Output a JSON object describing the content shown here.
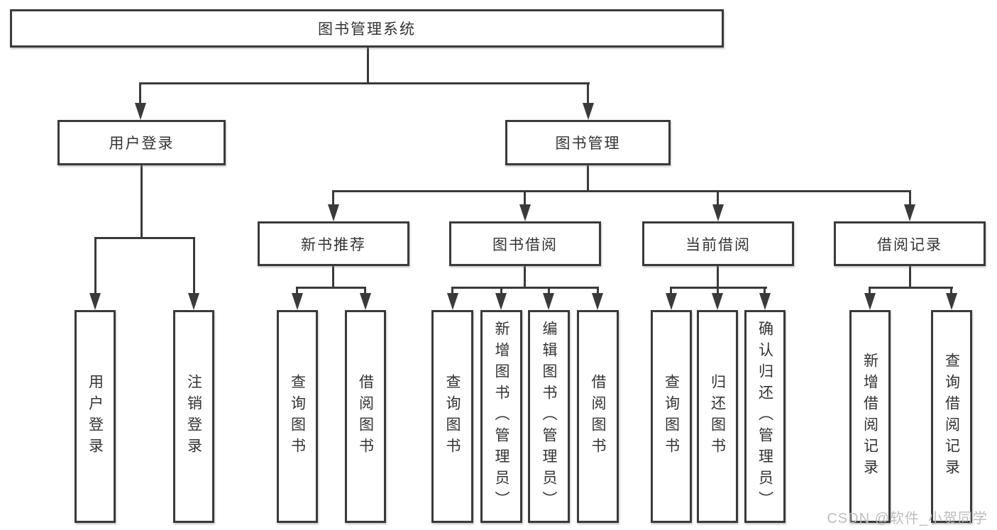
{
  "diagram": {
    "root": {
      "label": "图书管理系统"
    },
    "level1": [
      {
        "label": "用户登录"
      },
      {
        "label": "图书管理"
      }
    ],
    "level2": [
      {
        "label": "新书推荐"
      },
      {
        "label": "图书借阅"
      },
      {
        "label": "当前借阅"
      },
      {
        "label": "借阅记录"
      }
    ],
    "leaves": {
      "user_login": [
        "用户登录",
        "注销登录"
      ],
      "new_book_recommend": [
        "查询图书",
        "借阅图书"
      ],
      "book_borrow": [
        "查询图书",
        "新增图书（管理员）",
        "编辑图书（管理员）",
        "借阅图书"
      ],
      "current_borrow": [
        "查询图书",
        "归还图书",
        "确认归还（管理员）"
      ],
      "borrow_records": [
        "新增借阅记录",
        "查询借阅记录"
      ]
    }
  },
  "watermark": {
    "text": "CSDN @软件_小贺同学"
  },
  "colors": {
    "line": "#3a3a3a",
    "text": "#333333",
    "background": "#ffffff",
    "watermark": "#b9b9b9"
  }
}
